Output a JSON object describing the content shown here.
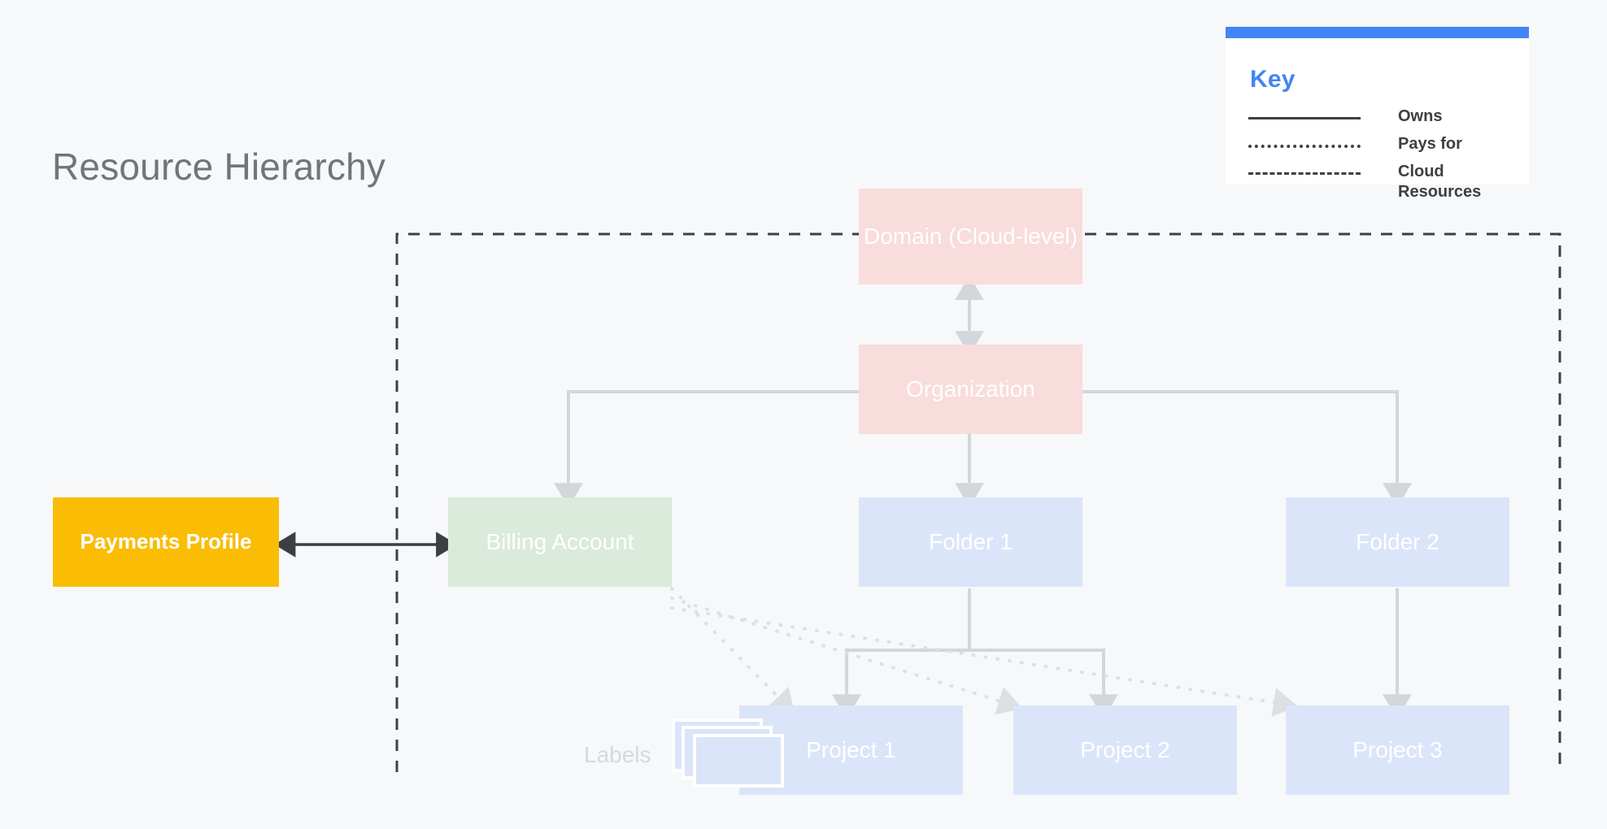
{
  "page": {
    "title": "Resource Hierarchy",
    "background_color": "#f7f8fa",
    "title_color": "#70757a"
  },
  "key": {
    "title": "Key",
    "accent_color": "#4285f4",
    "items": [
      {
        "style": "solid",
        "label": "Owns"
      },
      {
        "style": "dotted",
        "label": "Pays for"
      },
      {
        "style": "dashed",
        "label": "Cloud Resources"
      }
    ]
  },
  "nodes": {
    "domain": {
      "label": "Domain (Cloud-level)",
      "color": "#f9dcdc"
    },
    "organization": {
      "label": "Organization",
      "color": "#f9dcdc"
    },
    "billing_account": {
      "label": "Billing Account",
      "color": "#daeadb"
    },
    "payments_profile": {
      "label": "Payments Profile",
      "color": "#fbbc04"
    },
    "folder_1": {
      "label": "Folder 1",
      "color": "#dbe5f9"
    },
    "folder_2": {
      "label": "Folder 2",
      "color": "#dbe5f9"
    },
    "project_1": {
      "label": "Project 1",
      "color": "#dbe5f9"
    },
    "project_2": {
      "label": "Project 2",
      "color": "#dbe5f9"
    },
    "project_3": {
      "label": "Project 3",
      "color": "#dbe5f9"
    },
    "labels": {
      "label": "Labels",
      "color": "#dbe5f9"
    }
  },
  "edges": [
    {
      "from": "domain",
      "to": "organization",
      "style": "solid",
      "direction": "bidirectional"
    },
    {
      "from": "organization",
      "to": "billing_account",
      "style": "solid",
      "direction": "down"
    },
    {
      "from": "organization",
      "to": "folder_1",
      "style": "solid",
      "direction": "down"
    },
    {
      "from": "organization",
      "to": "folder_2",
      "style": "solid",
      "direction": "down"
    },
    {
      "from": "folder_1",
      "to": "project_1",
      "style": "solid",
      "direction": "down"
    },
    {
      "from": "folder_1",
      "to": "project_2",
      "style": "solid",
      "direction": "down"
    },
    {
      "from": "folder_2",
      "to": "project_3",
      "style": "solid",
      "direction": "down"
    },
    {
      "from": "payments_profile",
      "to": "billing_account",
      "style": "solid",
      "direction": "bidirectional"
    },
    {
      "from": "billing_account",
      "to": "project_1",
      "style": "dotted",
      "direction": "down"
    },
    {
      "from": "billing_account",
      "to": "project_2",
      "style": "dotted",
      "direction": "down"
    },
    {
      "from": "billing_account",
      "to": "project_3",
      "style": "dotted",
      "direction": "down"
    }
  ],
  "cloud_boundary": {
    "style": "dashed",
    "color": "#3c4043"
  }
}
